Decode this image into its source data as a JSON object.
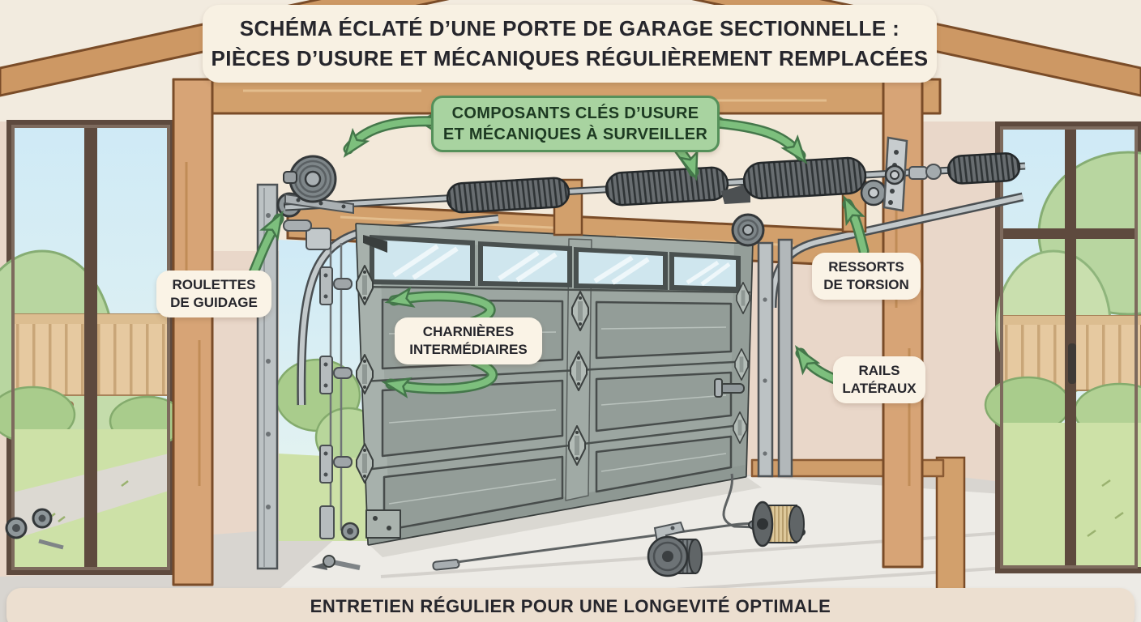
{
  "title": {
    "line1": "SCHÉMA ÉCLATÉ D’UNE PORTE DE GARAGE SECTIONNELLE :",
    "line2": "PIÈCES D’USURE ET MÉCANIQUES RÉGULIÈREMENT REMPLACÉES"
  },
  "callout": {
    "line1": "COMPOSANTS CLÉS D’USURE",
    "line2": "ET MÉCANIQUES À SURVEILLER"
  },
  "labels": {
    "roulettes": {
      "line1": "ROULETTES",
      "line2": "DE GUIDAGE"
    },
    "charnieres": {
      "line1": "CHARNIÈRES",
      "line2": "INTERMÉDIAIRES"
    },
    "ressorts": {
      "line1": "RESSORTS",
      "line2": "DE TORSION"
    },
    "rails": {
      "line1": "RAILS",
      "line2": "LATÉRAUX"
    }
  },
  "footer": {
    "text": "ENTRETIEN RÉGULIER POUR UNE LONGEVITÉ OPTIMALE"
  },
  "arrows": [
    "callout-to-cable-drum",
    "callout-to-center-spring",
    "callout-to-right-spring",
    "ressorts-label-to-spring",
    "roulettes-label-to-roller",
    "charnieres-label-to-upper-hinge",
    "charnieres-label-to-lower-hinge",
    "rails-label-to-side-rail"
  ],
  "colors": {
    "wall": "#e9d7c9",
    "inner_wall": "#f3e9da",
    "ceiling": "#f2ebdf",
    "wood": "#d2a06c",
    "wood_outline": "#7a4c28",
    "door_gray": "#9ca6a1",
    "panel_gray": "#939d98",
    "spring_dark": "#686d70",
    "rail_gray": "#bcc2c4",
    "glass_blue": "#cfe6ee",
    "sky": "#d5ecf6",
    "callout_bg": "#a8d3a0",
    "callout_border": "#55905a",
    "callout_text": "#1d3a22",
    "arrow_green": "#7dbf7d",
    "arrow_outline": "#44774a",
    "label_bg": "#faf3e6",
    "title_bg": "#f8f1e3",
    "footer_bg": "#ecdfd0",
    "text_dark": "#26262c",
    "floor": "#d8d5d0",
    "floor_front": "#edebe6"
  }
}
